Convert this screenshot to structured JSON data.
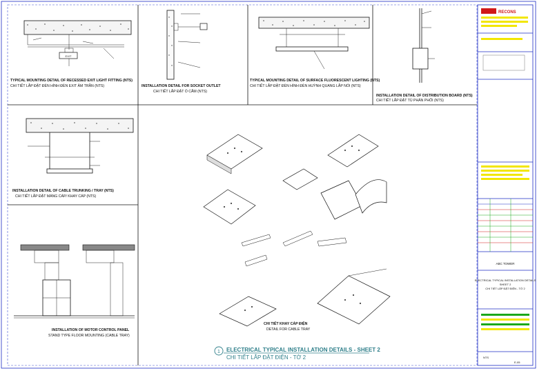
{
  "details": {
    "exit_light": {
      "caption1": "TYPICAL MOUNTING DETAIL OF RECESSED EXIT LIGHT FITTING (NTS)",
      "caption2": "CHI TIẾT LẮP ĐẶT ĐÈN HÌNH ĐÈN EXIT ÂM TRẦN (NTS)",
      "sign": "EXIT"
    },
    "socket_outlet": {
      "caption1": "INSTALLATION DETAIL FOR SOCKET OUTLET",
      "caption2": "CHI TIẾT LẮP ĐẶT Ổ CẮM (NTS)"
    },
    "fluorescent": {
      "caption1": "TYPICAL MOUNTING DETAIL OF SURFACE FLUORESCENT LIGHTING (NTS)",
      "caption2": "CHI TIẾT LẮP ĐẶT ĐÈN HÌNH ĐÈN HUỲNH QUANG LẮP NỔI (NTS)"
    },
    "distribution_board": {
      "caption1": "INSTALLATION DETAIL OF DISTRIBUTION BOARD (NTS)",
      "caption2": "CHI TIẾT LẮP ĐẶT TỦ PHÂN PHỐI (NTS)"
    },
    "cable_trunking": {
      "caption1": "INSTALLATION DETAIL OF CABLE TRUNKING / TRAY (NTS)",
      "caption2": "CHI TIẾT LẮP ĐẶT MÁNG CÁP/ KHAY CÁP (NTS)"
    },
    "motor_panel": {
      "caption1": "INSTALLATION OF MOTOR CONTROL PANEL",
      "caption2": "STAND TYPE FLOOR MOUNTING (CABLE TRAY)"
    },
    "cable_tray": {
      "caption1": "CHI TIẾT KHAY CÁP ĐIỆN",
      "caption2": "DETAIL FOR CABLE TRAY"
    }
  },
  "main_title": {
    "number": "1",
    "title": "ELECTRICAL TYPICAL INSTALLATION DETAILS - SHEET 2",
    "subtitle": "CHI TIẾT LẮP ĐẶT ĐIỆN - TỜ 2"
  },
  "title_block": {
    "company": "RECONS",
    "project": "ABC TOWER",
    "drawing_title1": "ELECTRICAL TYPICAL INSTALLATION DETAILS",
    "drawing_title2": "SHEET 2",
    "drawing_title3": "CHI TIẾT LẮP ĐẶT ĐIỆN - TỜ 2",
    "scale": "NTS",
    "drawing_no": "E-05"
  },
  "colors": {
    "frame": "#1c2cc4",
    "accent_red": "#d01818",
    "accent_green": "#1aa81a",
    "accent_yellow": "#f2e600",
    "title_teal": "#2f7f8a"
  }
}
